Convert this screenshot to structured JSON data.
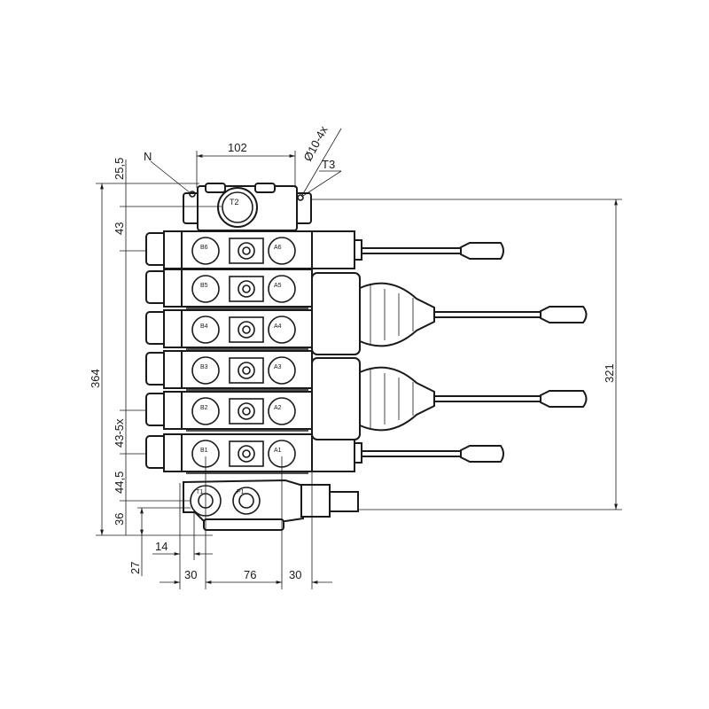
{
  "labels": {
    "N": "N",
    "T2": "T2",
    "T3": "T3",
    "hole": "Ø10-4x",
    "T1": "T1",
    "P1": "P1"
  },
  "sections": [
    {
      "b": "B6",
      "a": "A6",
      "control": "lever"
    },
    {
      "b": "B5",
      "a": "A5",
      "control": "joystick"
    },
    {
      "b": "B4",
      "a": "A4",
      "control": "joystick"
    },
    {
      "b": "B3",
      "a": "A3",
      "control": "joystick"
    },
    {
      "b": "B2",
      "a": "A2",
      "control": "joystick"
    },
    {
      "b": "B1",
      "a": "A1",
      "control": "lever"
    }
  ],
  "dimensions": {
    "top_width": "102",
    "top_offset": "25,5",
    "first_pitch": "43",
    "total_height": "364",
    "section_pitch": "43-5x",
    "outlet_pitch": "44,5",
    "outlet_height": "36",
    "mount_height": "27",
    "mount_offset": "14",
    "left_width": "30",
    "center_width": "76",
    "right_width": "30",
    "mount_span": "321"
  }
}
